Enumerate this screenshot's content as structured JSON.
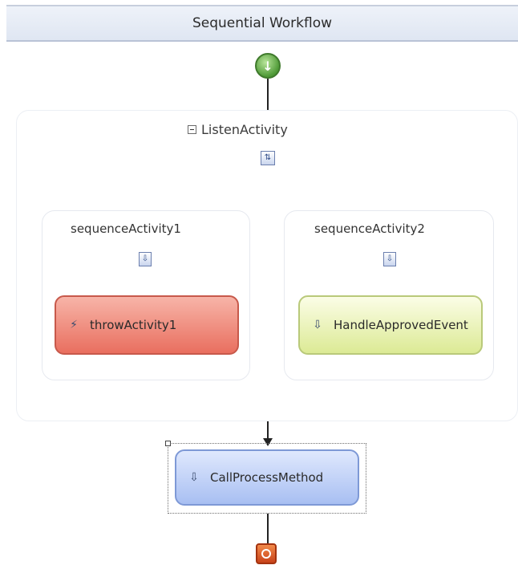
{
  "header": {
    "title": "Sequential Workflow"
  },
  "listen": {
    "title": "ListenActivity"
  },
  "branches": [
    {
      "label": "sequenceActivity1",
      "activity": "throwActivity1"
    },
    {
      "label": "sequenceActivity2",
      "activity": "HandleApprovedEvent"
    }
  ],
  "call": {
    "label": "CallProcessMethod"
  },
  "icons": {
    "start": "start-arrow-icon",
    "end": "stop-icon",
    "throw": "throw-icon",
    "handle": "event-handler-icon",
    "call": "method-call-icon",
    "listen_drop": "branch-drop-icon",
    "sequence_drop": "sequence-drop-icon"
  },
  "colors": {
    "throw_fill": "#e96f5f",
    "handle_fill": "#dcea95",
    "call_fill": "#a8bff2",
    "wire": "#8a3f78"
  }
}
